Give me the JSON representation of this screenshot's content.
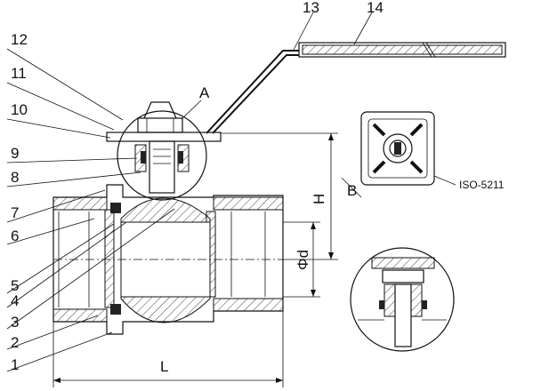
{
  "callouts": [
    "1",
    "2",
    "3",
    "4",
    "5",
    "6",
    "7",
    "8",
    "9",
    "10",
    "11",
    "12",
    "13",
    "14"
  ],
  "labels": {
    "detail_a": "A",
    "dim_h": "H",
    "dim_d": "Φd",
    "dim_l": "L",
    "dim_b": "B",
    "iso": "ISO-5211"
  }
}
